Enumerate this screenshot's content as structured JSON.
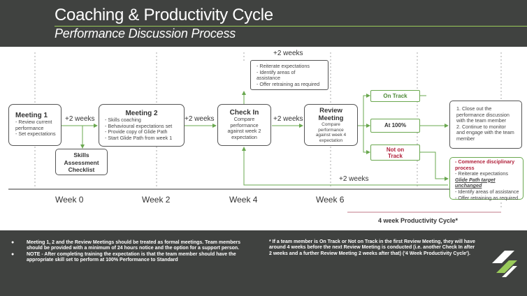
{
  "header": {
    "title": "Coaching & Productivity Cycle",
    "subtitle": "Performance Discussion Process"
  },
  "diagram": {
    "meeting1": {
      "title": "Meeting 1",
      "lines": [
        "- Review current",
        "performance",
        "- Set expectations"
      ]
    },
    "skills_checklist": {
      "lines": [
        "Skills",
        "Assessment",
        "Checklist"
      ]
    },
    "meeting2": {
      "title": "Meeting 2",
      "lines": [
        "- Skills coaching",
        "- Behavioural expectations set",
        "- Provide copy of Glide Path",
        "- Start Glide Path from week 1"
      ]
    },
    "checkin": {
      "title": "Check In",
      "lines": [
        "Compare",
        "performance",
        "against week 2",
        "expectation"
      ]
    },
    "checkin_top": {
      "lines": [
        "- Reiterate expectations",
        "- Identify areas of",
        "assistance",
        "- Offer retraining as required"
      ]
    },
    "review": {
      "title_lines": [
        "Review",
        "Meeting"
      ],
      "lines": [
        "Compare",
        "performance",
        "against week 4",
        "expectation"
      ]
    },
    "on_track": "On Track",
    "at_100": "At 100%",
    "not_on_track": [
      "Not on",
      "Track"
    ],
    "outcome_good": {
      "lines": [
        "1. Close out the",
        "performance discussion",
        "with the team member",
        "2. Continue to monitor",
        "and engage with the team",
        "member"
      ]
    },
    "outcome_bad": {
      "line1": "- Commence disciplinary",
      "line2": "process",
      "line3": "- Reiterate expectations",
      "line4": "Glide Path target",
      "line5": "unchanged",
      "line6": "- Identify areas of assistance",
      "line7": "- Offer retraining as required"
    },
    "plus2": "+2 weeks",
    "weeks": [
      "Week 0",
      "Week 2",
      "Week 4",
      "Week 6"
    ],
    "productivity_cycle": "4 week Productivity Cycle*"
  },
  "footer": {
    "left_bullets": [
      "Meeting 1, 2 and the Review Meetings should be treated as formal meetings. Team members should be provided with a minimum of 24 hours notice and the option for a support person.",
      "NOTE - After completing training the expectation is that the team member should have the appropriate skill set to perform at 100% Performance to Standard"
    ],
    "right_note": "* If a team member is On Track or Not on Track in the first Review Meeting, they will have around 4 weeks before the next Review Meeting is conducted (i.e. another Check In after 2 weeks and a further Review Meeting 2 weeks after that) ('4 Week Productivity Cycle')."
  },
  "colors": {
    "header_bg": "#404240",
    "accent_green": "#6aa84f",
    "alert_red": "#b0203a"
  }
}
